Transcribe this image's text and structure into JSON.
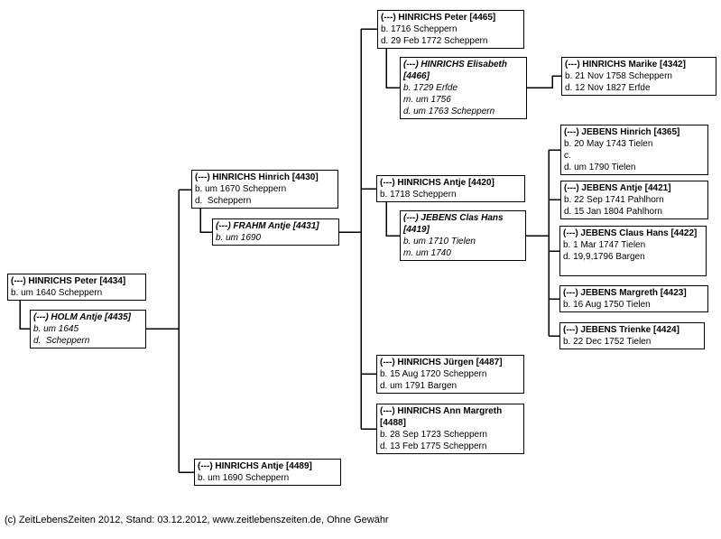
{
  "page": {
    "background_color": "#ffffff",
    "line_color": "#000000",
    "text_color": "#000000"
  },
  "footer": {
    "text": "(c) ZeitLebensZeiten 2012, Stand: 03.12.2012, www.zeitlebenszeiten.de, Ohne Gewähr"
  },
  "persons": {
    "b4434": {
      "name": "(---) HINRICHS Peter [4434]",
      "details": [
        "b. um 1640 Scheppern"
      ]
    },
    "b4435": {
      "name": "(---) HOLM Antje [4435]",
      "details": [
        "b. um 1645",
        "d.  Scheppern"
      ]
    },
    "b4430": {
      "name": "(---) HINRICHS Hinrich [4430]",
      "details": [
        "b. um 1670 Scheppern",
        "d.  Scheppern"
      ]
    },
    "b4431": {
      "name": "(---) FRAHM Antje [4431]",
      "details": [
        "b. um 1690"
      ]
    },
    "b4465": {
      "name": "(---) HINRICHS Peter [4465]",
      "details": [
        "b. 1716 Scheppern",
        "d. 29 Feb 1772 Scheppern"
      ]
    },
    "b4466": {
      "name": "(---) HINRICHS Elisabeth [4466]",
      "details": [
        "b. 1729 Erfde",
        "m. um 1756",
        "d. um 1763 Scheppern"
      ]
    },
    "b4420": {
      "name": "(---) HINRICHS Antje [4420]",
      "details": [
        "b. 1718 Scheppern"
      ]
    },
    "b4419": {
      "name": "(---) JEBENS Clas Hans [4419]",
      "details": [
        "b. um 1710 Tielen",
        "m. um 1740"
      ]
    },
    "b4487": {
      "name": "(---) HINRICHS Jürgen [4487]",
      "details": [
        "b. 15 Aug 1720 Scheppern",
        "d. um 1791 Bargen"
      ]
    },
    "b4488": {
      "name": "(---) HINRICHS Ann Margreth [4488]",
      "details": [
        "b. 28 Sep 1723 Scheppern",
        "d. 13 Feb 1775 Scheppern"
      ]
    },
    "b4489": {
      "name": "(---) HINRICHS Antje [4489]",
      "details": [
        "b. um 1690 Scheppern"
      ]
    },
    "b4342": {
      "name": "(---) HINRICHS Marike [4342]",
      "details": [
        "b. 21 Nov 1758 Scheppern",
        "d. 12 Nov 1827 Erfde"
      ]
    },
    "b4365": {
      "name": "(---) JEBENS Hinrich [4365]",
      "details": [
        "b. 20 May 1743 Tielen",
        "c.",
        "d. um 1790 Tielen"
      ]
    },
    "b4421": {
      "name": "(---) JEBENS Antje [4421]",
      "details": [
        "b. 22 Sep 1741 Pahlhorn",
        "d. 15 Jan 1804 Pahlhorn"
      ]
    },
    "b4422": {
      "name": "(---) JEBENS Claus Hans [4422]",
      "details": [
        "b. 1 Mar 1747 Tielen",
        "d. 19,9,1796 Bargen"
      ]
    },
    "b4423": {
      "name": "(---) JEBENS Margreth [4423]",
      "details": [
        "b. 16 Aug 1750 Tielen"
      ]
    },
    "b4424": {
      "name": "(---) JEBENS Trienke [4424]",
      "details": [
        "b. 22 Dec 1752 Tielen"
      ]
    }
  },
  "families": [
    {
      "parents": [
        "4434",
        "4435"
      ],
      "children": [
        "4430",
        "4489"
      ]
    },
    {
      "parents": [
        "4430",
        "4431"
      ],
      "children": [
        "4465",
        "4420",
        "4487",
        "4488"
      ]
    },
    {
      "parents": [
        "4465",
        "4466"
      ],
      "children": [
        "4342"
      ]
    },
    {
      "parents": [
        "4420",
        "4419"
      ],
      "children": [
        "4365",
        "4421",
        "4422",
        "4423",
        "4424"
      ]
    }
  ]
}
